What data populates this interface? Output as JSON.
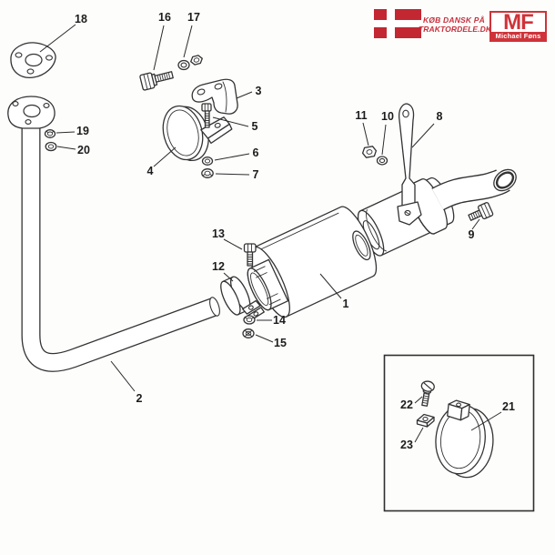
{
  "branding": {
    "flag_color": "#c32732",
    "tagline_line1": "KØB DANSK PÅ",
    "tagline_line2": "TRAKTORDELE.DK",
    "tagline_color": "#c5303c",
    "logo_text": "MF",
    "logo_subtitle": "Michael Føns",
    "logo_color": "#cf3339"
  },
  "diagram": {
    "subject": "exploded parts diagram - tractor exhaust system (muffler, downpipe, clamps, brackets, fasteners)",
    "ink_color": "#333333",
    "callouts": {
      "c1": "1",
      "c2": "2",
      "c3": "3",
      "c4": "4",
      "c5": "5",
      "c6": "6",
      "c7": "7",
      "c8": "8",
      "c9": "9",
      "c10": "10",
      "c11": "11",
      "c12": "12",
      "c13": "13",
      "c14": "14",
      "c15": "15",
      "c16": "16",
      "c17": "17",
      "c18": "18",
      "c19": "19",
      "c20": "20",
      "c21": "21",
      "c22": "22",
      "c23": "23"
    }
  }
}
